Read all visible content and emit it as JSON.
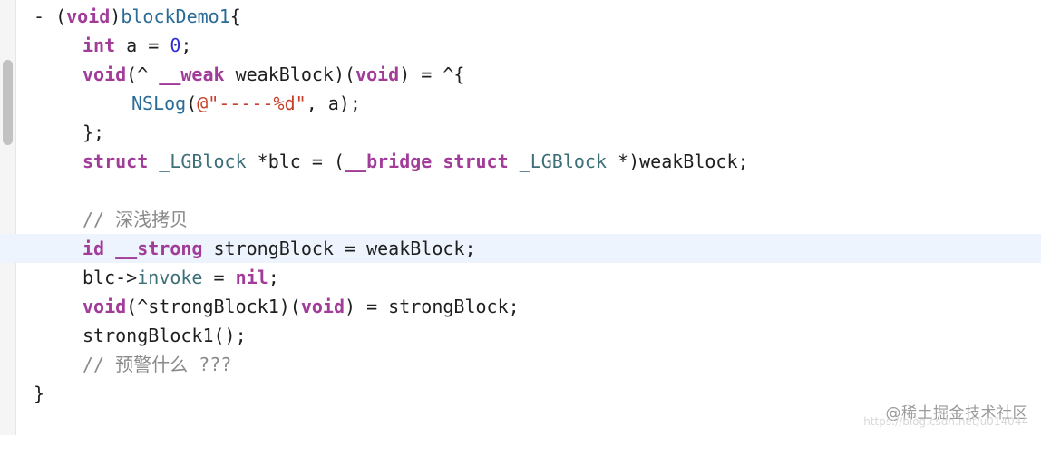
{
  "code": {
    "lines": [
      {
        "t0": "- (",
        "t1": "void",
        "t2": ")",
        "t3": "blockDemo1",
        "t4": "{"
      },
      {
        "t0": "int",
        "t1": " a = ",
        "t2": "0",
        "t3": ";"
      },
      {
        "t0": "void",
        "t1": "(^ ",
        "t2": "__weak",
        "t3": " weakBlock)(",
        "t4": "void",
        "t5": ") = ^{"
      },
      {
        "t0": "NSLog",
        "t1": "(",
        "t2": "@\"-----%d\"",
        "t3": ", a);"
      },
      {
        "t0": "};"
      },
      {
        "t0": "struct",
        "t1": " ",
        "t2": "_LGBlock",
        "t3": " *blc = (",
        "t4": "__bridge",
        "t5": " ",
        "t6": "struct",
        "t7": " ",
        "t8": "_LGBlock",
        "t9": " *)weakBlock;"
      },
      {},
      {
        "t0": "// 深浅拷贝"
      },
      {
        "t0": "id",
        "t1": " ",
        "t2": "__strong",
        "t3": " strongBlock = weakBlock;"
      },
      {
        "t0": "blc->",
        "t1": "invoke",
        "t2": " = ",
        "t3": "nil",
        "t4": ";"
      },
      {
        "t0": "void",
        "t1": "(^strongBlock1)(",
        "t2": "void",
        "t3": ") = strongBlock;"
      },
      {
        "t0": "strongBlock1();"
      },
      {
        "t0": "// 预警什么 ???"
      },
      {
        "t0": "}"
      }
    ]
  },
  "watermark": {
    "brand": "@稀土掘金技术社区",
    "url": "https://blog.csdn.net/u014044"
  },
  "colors": {
    "keyword": "#a13c98",
    "function": "#2a6b97",
    "number": "#2f2bd2",
    "string": "#c7402c",
    "type": "#3c6f78",
    "comment": "#8a8a8a",
    "current_line": "#eef4fd"
  }
}
